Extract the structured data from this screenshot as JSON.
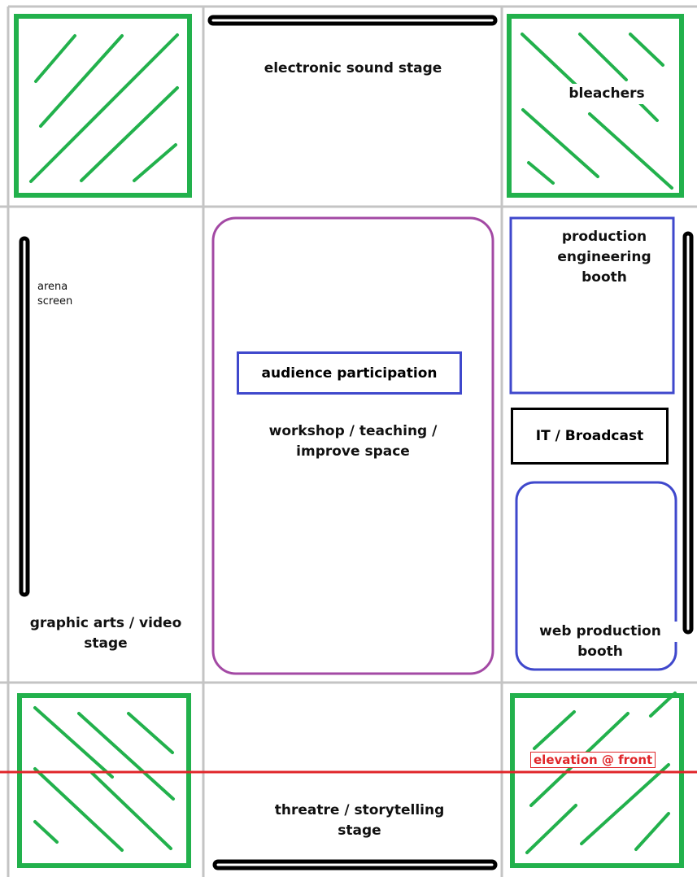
{
  "colors": {
    "grid": "#c4c4c4",
    "bleachers": "#22b14c",
    "screens": "#000000",
    "workshop_outline": "#a349a4",
    "booth_outline": "#3f48cc",
    "elevation_line": "#e0262a"
  },
  "labels": {
    "electronic_sound_stage": "electronic sound stage",
    "bleachers": "bleachers",
    "arena_screen_line1": "arena",
    "arena_screen_line2": "screen",
    "audience_participation": "audience participation",
    "workshop_line1": "workshop / teaching /",
    "workshop_line2": "improve space",
    "production_engineering_line1": "production",
    "production_engineering_line2": "engineering",
    "production_engineering_line3": "booth",
    "it_broadcast": "IT / Broadcast",
    "web_production_line1": "web production",
    "web_production_line2": "booth",
    "graphic_arts_line1": "graphic arts / video",
    "graphic_arts_line2": "stage",
    "elevation_at_front": "elevation @ front",
    "theatre_line1": "threatre / storytelling",
    "theatre_line2": "stage"
  }
}
